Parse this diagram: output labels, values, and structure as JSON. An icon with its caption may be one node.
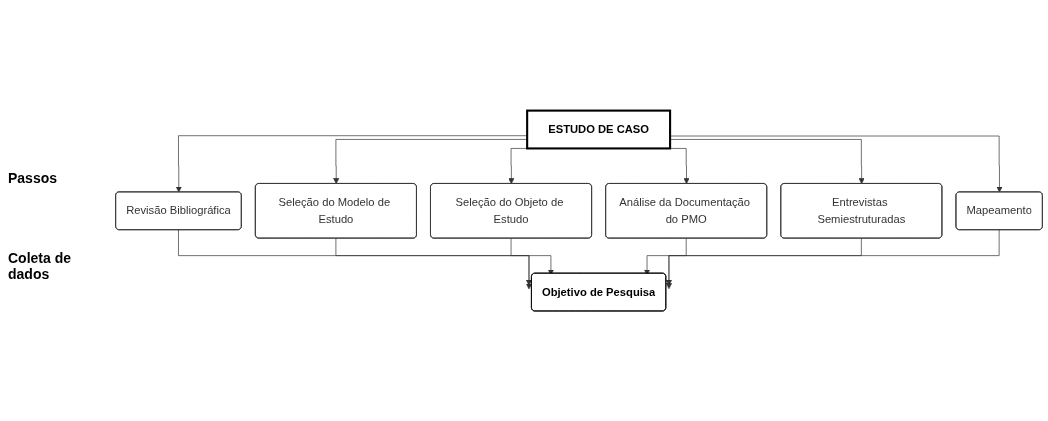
{
  "diagram": {
    "nodes": [
      {
        "text": [
          "ESTUDO DE CASO"
        ]
      },
      {
        "text": [
          "Revisão Bibliográfica"
        ]
      },
      {
        "text": [
          "Seleção do Modelo de Estudo"
        ]
      },
      {
        "text": [
          "Seleção do Objeto de Estudo"
        ]
      },
      {
        "text": [
          "Análise da Documentação do PMO"
        ]
      },
      {
        "text": [
          "Entrevistas Semiestruturadas"
        ]
      },
      {
        "text": [
          "Mapeamento"
        ]
      },
      {
        "text": [
          "Objetivo de Pesquisa"
        ]
      }
    ],
    "edges": [
      {
        "from": 0,
        "to": 1,
        "arrow": "to"
      },
      {
        "from": 0,
        "to": 2,
        "arrow": "to"
      },
      {
        "from": 0,
        "to": 3,
        "arrow": "to"
      },
      {
        "from": 0,
        "to": 4,
        "arrow": "to"
      },
      {
        "from": 0,
        "to": 5,
        "arrow": "to"
      },
      {
        "from": 0,
        "to": 6,
        "arrow": "to"
      },
      {
        "from": 1,
        "to": 7,
        "arrow": "to"
      },
      {
        "from": 2,
        "to": 7,
        "arrow": "to"
      },
      {
        "from": 3,
        "to": 7,
        "arrow": "to"
      },
      {
        "from": 4,
        "to": 7,
        "arrow": "to"
      },
      {
        "from": 5,
        "to": 7,
        "arrow": "to"
      },
      {
        "from": 6,
        "to": 7,
        "arrow": "to"
      }
    ],
    "labels": [
      "Passos",
      "Coleta de dados"
    ]
  }
}
